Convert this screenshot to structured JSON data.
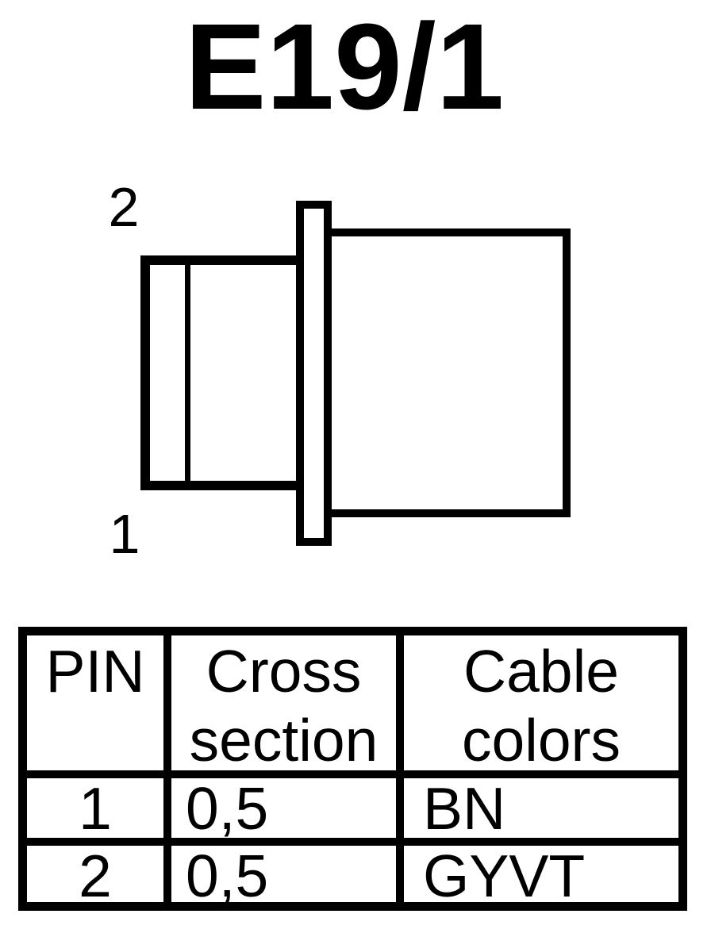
{
  "title": "E19/1",
  "colors": {
    "ink": "#000000",
    "paper": "#ffffff"
  },
  "diagram": {
    "pin_top_label": "2",
    "pin_bottom_label": "1"
  },
  "table": {
    "headers": [
      "PIN",
      "Cross section",
      "Cable colors"
    ],
    "rows": [
      {
        "pin": "1",
        "cross_section": "0,5",
        "cable_colors": "BN"
      },
      {
        "pin": "2",
        "cross_section": "0,5",
        "cable_colors": "GYVT"
      }
    ]
  }
}
